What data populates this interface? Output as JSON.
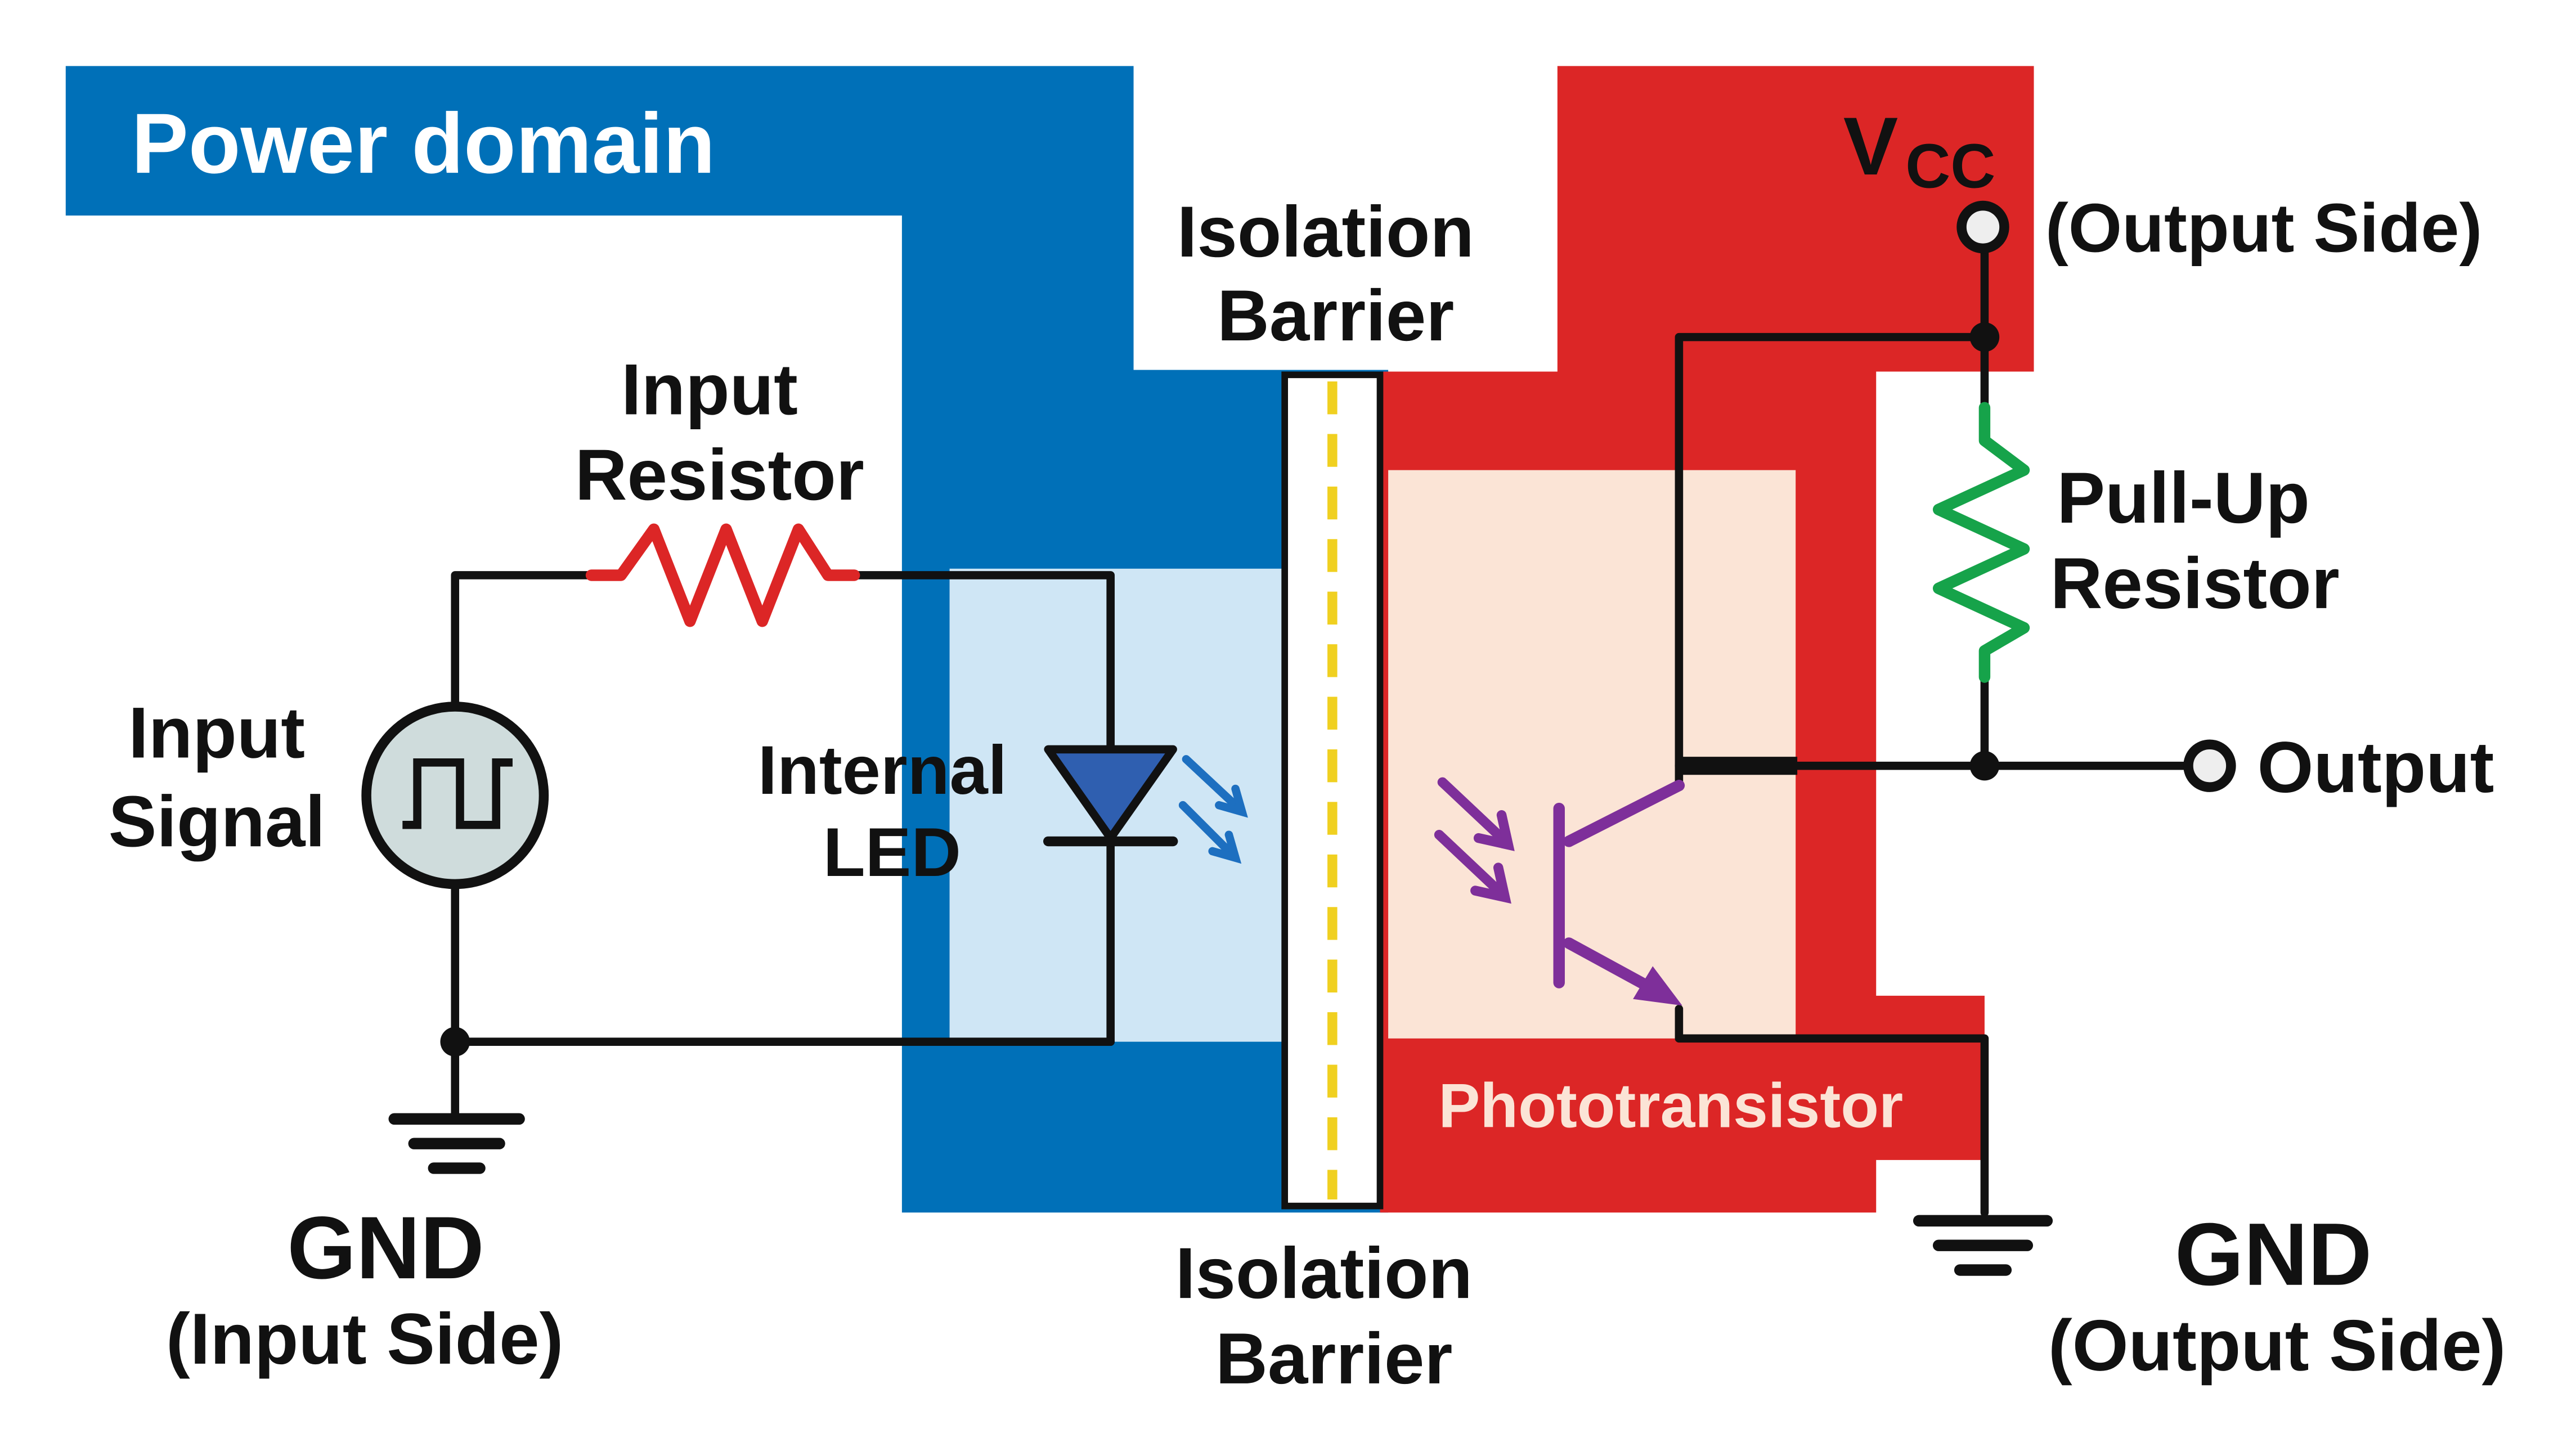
{
  "colors": {
    "input_domain": "#0070b8",
    "output_domain": "#dc2626",
    "led_area": "#cfe6f5",
    "transistor_area": "#fbe4d6",
    "wire": "#111111",
    "input_resistor": "#dc2626",
    "pullup_resistor": "#16a34a",
    "led_fill": "#2f5fb0",
    "light_arrows_led": "#1d6fc0",
    "light_arrows_transistor": "#7e2f9a",
    "transistor": "#7e2f9a",
    "barrier_line": "#f0d020",
    "signal_source_fill": "#cfdcdc"
  },
  "labels": {
    "power_domain": "Power domain",
    "input_resistor": [
      "Input",
      "Resistor"
    ],
    "input_signal": [
      "Input",
      "Signal"
    ],
    "internal_led": [
      "Internal",
      "LED"
    ],
    "isolation_barrier_top": [
      "Isolation",
      "Barrier"
    ],
    "isolation_barrier_bottom": [
      "Isolation",
      "Barrier"
    ],
    "vcc_main": "V",
    "vcc_sub": "CC",
    "vcc_side": "(Output Side)",
    "pullup_resistor": [
      "Pull-Up",
      "Resistor"
    ],
    "output": "Output",
    "phototransistor": "Phototransistor",
    "gnd_input": [
      "GND",
      "(Input Side)"
    ],
    "gnd_output": [
      "GND",
      "(Output Side)"
    ]
  },
  "icons": {
    "signal_source": "square-wave-source-icon",
    "input_ground": "ground-icon",
    "output_ground": "ground-icon",
    "led": "led-diode-icon",
    "transistor": "phototransistor-icon"
  }
}
